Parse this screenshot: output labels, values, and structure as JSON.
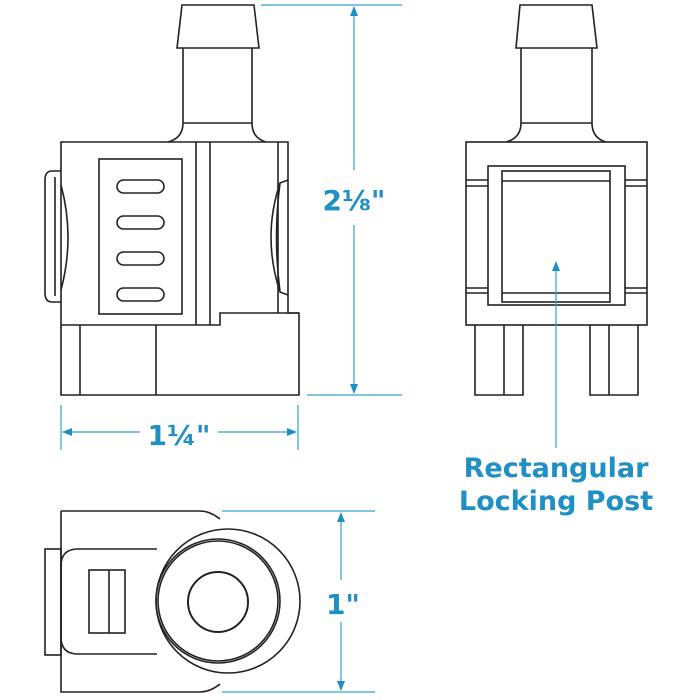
{
  "dimensions": {
    "height": "2⅛\"",
    "width": "1¼\"",
    "diameter": "1\""
  },
  "callout": {
    "line1": "Rectangular",
    "line2": "Locking Post"
  },
  "colors": {
    "accent": "#1f8fc4",
    "outline": "#222222"
  }
}
